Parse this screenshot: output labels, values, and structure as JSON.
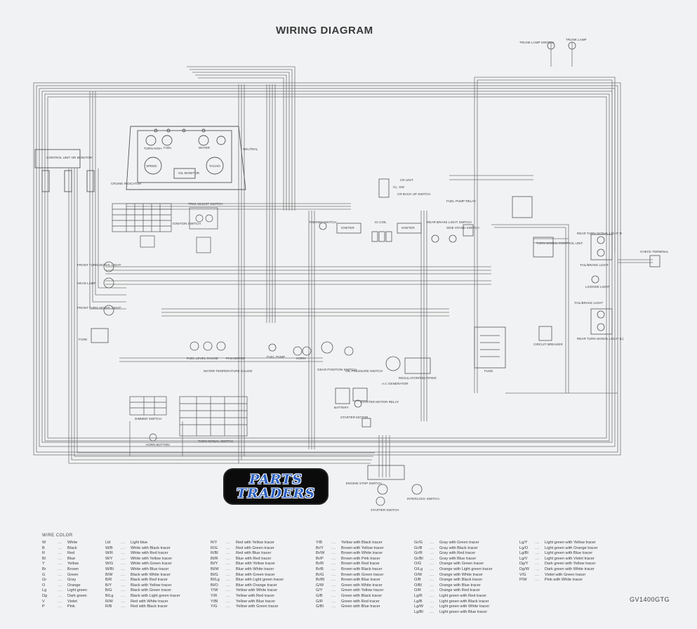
{
  "title": "WIRING DIAGRAM",
  "model": "GV1400GTG",
  "logo": {
    "line1": "PARTS",
    "line2": "TRADERS"
  },
  "components": {
    "trunk_lamp_switch": "TRUNK LAMP SWITCH",
    "trunk_lamp": "TRUNK LAMP",
    "control_unit": "CONTROL UNIT OR MONITOR",
    "cruise_indicator": "CRUISE INDICATOR",
    "neutral": "NEUTRAL",
    "oil_monitor": "OIL MONITOR",
    "trim_adjust_switch": "TRIM ADJUST SWITCH",
    "ignition_switch": "IGNITION SWITCH",
    "front_turn_signal_light_r": "FRONT TURN SIGNAL LIGHT",
    "head_lamp": "HEAD LAMP",
    "front_turn_signal_light_l": "FRONT TURN SIGNAL LIGHT",
    "fuse": "FUSE",
    "fuel_level_gauge": "FUEL LEVEL GAUGE",
    "water_temperature_gauge": "WATER TEMPERATURE GAUGE",
    "fan_motor": "FAN MOTOR",
    "fuel_pump": "FUEL PUMP",
    "horn": "HORN",
    "gear_position_switch": "GEAR POSITION SWITCH",
    "oil_pressure_switch": "OIL PRESSURE SWITCH",
    "ac_generator": "A.C GENERATOR",
    "regulator_rectifier": "REGULATOR/RECTIFIER",
    "battery": "BATTERY",
    "starter_motor_relay": "STARTER MOTOR RELAY",
    "starter_motor": "STARTER MOTOR",
    "fuse_box": "FUSE",
    "circuit_breaker": "CIRCUIT BREAKER",
    "dimmer_switch": "DIMMER SWITCH",
    "horn_button": "HORN BUTTON",
    "turn_signal_switch": "TURN SIGNAL SWITCH",
    "engine_stop_switch": "ENGINE STOP SWITCH",
    "starter_switch": "STARTER SWITCH",
    "interlock_switch": "INTERLOCK SWITCH",
    "cr_unit": "CR UNIT",
    "clutch_switch": "CL. SW",
    "cr_back_up_switch": "CR BACK UP SWITCH",
    "fuel_pump_relay": "FUEL PUMP RELAY",
    "thermo_switch": "THERMO SWITCH",
    "igniter_left": "IGNITER",
    "ig_coil": "IG COIL",
    "igniter_right": "IGNITER",
    "rear_brake_light_switch": "REAR BRAKE LIGHT SWITCH",
    "side_stand_switch": "SIDE STAND SWITCH",
    "turn_signal_control_unit": "TURN SIGNAL CONTROL UNIT",
    "rear_turn_signal_light_r": "REAR TURN SIGNAL LIGHT R",
    "tail_brake_light_1": "TAIL/BRAKE LIGHT",
    "check_terminal": "CHECK TERMINAL",
    "license_light": "LICENSE LIGHT",
    "tail_brake_light_2": "TAIL/BRAKE LIGHT",
    "rear_turn_signal_light_l": "REAR TURN SIGNAL LIGHT (L)"
  },
  "legend": {
    "title": "WIRE COLOR",
    "columns": [
      [
        {
          "code": "W",
          "name": "White"
        },
        {
          "code": "B",
          "name": "Black"
        },
        {
          "code": "R",
          "name": "Red"
        },
        {
          "code": "Bl",
          "name": "Blue"
        },
        {
          "code": "Y",
          "name": "Yellow"
        },
        {
          "code": "Br",
          "name": "Brown"
        },
        {
          "code": "G",
          "name": "Green"
        },
        {
          "code": "Gr",
          "name": "Gray"
        },
        {
          "code": "O",
          "name": "Orange"
        },
        {
          "code": "Lg",
          "name": "Light green"
        },
        {
          "code": "Dg",
          "name": "Dark green"
        },
        {
          "code": "V",
          "name": "Violet"
        },
        {
          "code": "P",
          "name": "Pink"
        }
      ],
      [
        {
          "code": "Lbl",
          "name": "Light blue"
        },
        {
          "code": "W/B",
          "name": "White with Black tracer"
        },
        {
          "code": "W/R",
          "name": "White with Red tracer"
        },
        {
          "code": "W/Y",
          "name": "White with Yellow tracer"
        },
        {
          "code": "W/G",
          "name": "White with Green tracer"
        },
        {
          "code": "W/Bl",
          "name": "White with Blue tracer"
        },
        {
          "code": "B/W",
          "name": "Black with White tracer"
        },
        {
          "code": "B/R",
          "name": "Black with Red tracer"
        },
        {
          "code": "B/Y",
          "name": "Black with Yellow tracer"
        },
        {
          "code": "B/G",
          "name": "Black with Green tracer"
        },
        {
          "code": "B/Lg",
          "name": "Black with Light green tracer"
        },
        {
          "code": "R/W",
          "name": "Red with White tracer"
        },
        {
          "code": "R/B",
          "name": "Red with Black tracer"
        }
      ],
      [
        {
          "code": "R/Y",
          "name": "Red with Yellow tracer"
        },
        {
          "code": "R/G",
          "name": "Red with Green tracer"
        },
        {
          "code": "R/Bl",
          "name": "Red with Blue tracer"
        },
        {
          "code": "Bl/R",
          "name": "Blue with Red tracer"
        },
        {
          "code": "Bl/Y",
          "name": "Blue with Yellow tracer"
        },
        {
          "code": "Bl/W",
          "name": "Blue with White tracer"
        },
        {
          "code": "Bl/G",
          "name": "Blue with Green tracer"
        },
        {
          "code": "Bl/Lg",
          "name": "Blue with Light green tracer"
        },
        {
          "code": "Bl/O",
          "name": "Blue with Orange tracer"
        },
        {
          "code": "Y/W",
          "name": "Yellow with White tracer"
        },
        {
          "code": "Y/R",
          "name": "Yellow with Red tracer"
        },
        {
          "code": "Y/Bl",
          "name": "Yellow with Blue tracer"
        },
        {
          "code": "Y/G",
          "name": "Yellow with Green tracer"
        }
      ],
      [
        {
          "code": "Y/B",
          "name": "Yellow with Black tracer"
        },
        {
          "code": "Br/Y",
          "name": "Brown with Yellow tracer"
        },
        {
          "code": "Br/W",
          "name": "Brown with White tracer"
        },
        {
          "code": "Br/P",
          "name": "Brown with Pink tracer"
        },
        {
          "code": "Br/R",
          "name": "Brown with Red tracer"
        },
        {
          "code": "Br/B",
          "name": "Brown with Black tracer"
        },
        {
          "code": "Br/G",
          "name": "Brown with Green tracer"
        },
        {
          "code": "Br/Bl",
          "name": "Brown with Blue tracer"
        },
        {
          "code": "G/W",
          "name": "Green with White tracer"
        },
        {
          "code": "G/Y",
          "name": "Green with Yellow tracer"
        },
        {
          "code": "G/B",
          "name": "Green with Black tracer"
        },
        {
          "code": "G/R",
          "name": "Green with Red tracer"
        },
        {
          "code": "G/Bl",
          "name": "Green with Blue tracer"
        }
      ],
      [
        {
          "code": "Gr/G",
          "name": "Gray with Green tracer"
        },
        {
          "code": "Gr/B",
          "name": "Gray with Black tracer"
        },
        {
          "code": "Gr/R",
          "name": "Gray with Red tracer"
        },
        {
          "code": "Gr/Bl",
          "name": "Gray with Blue tracer"
        },
        {
          "code": "O/G",
          "name": "Orange with Green tracer"
        },
        {
          "code": "O/Lg",
          "name": "Orange with Light green tracer"
        },
        {
          "code": "O/W",
          "name": "Orange with White tracer"
        },
        {
          "code": "O/B",
          "name": "Orange with Black tracer"
        },
        {
          "code": "O/Bl",
          "name": "Orange with Blue tracer"
        },
        {
          "code": "O/R",
          "name": "Orange with Red tracer"
        },
        {
          "code": "Lg/R",
          "name": "Light green with Red tracer"
        },
        {
          "code": "Lg/B",
          "name": "Light green with Black tracer"
        },
        {
          "code": "Lg/W",
          "name": "Light green with White tracer"
        },
        {
          "code": "Lg/Bl",
          "name": "Light green with Blue tracer"
        }
      ],
      [
        {
          "code": "Lg/Y",
          "name": "Light green with Yellow tracer"
        },
        {
          "code": "Lg/O",
          "name": "Light green with Orange tracer"
        },
        {
          "code": "Lg/Bl",
          "name": "Light green with Blue tracer"
        },
        {
          "code": "Lg/V",
          "name": "Light green with Violet tracer"
        },
        {
          "code": "Dg/Y",
          "name": "Dark green with Yellow tracer"
        },
        {
          "code": "Dg/W",
          "name": "Dark green with White tracer"
        },
        {
          "code": "V/G",
          "name": "Violet with Green tracer"
        },
        {
          "code": "P/W",
          "name": "Pink with White tracer"
        }
      ]
    ]
  }
}
